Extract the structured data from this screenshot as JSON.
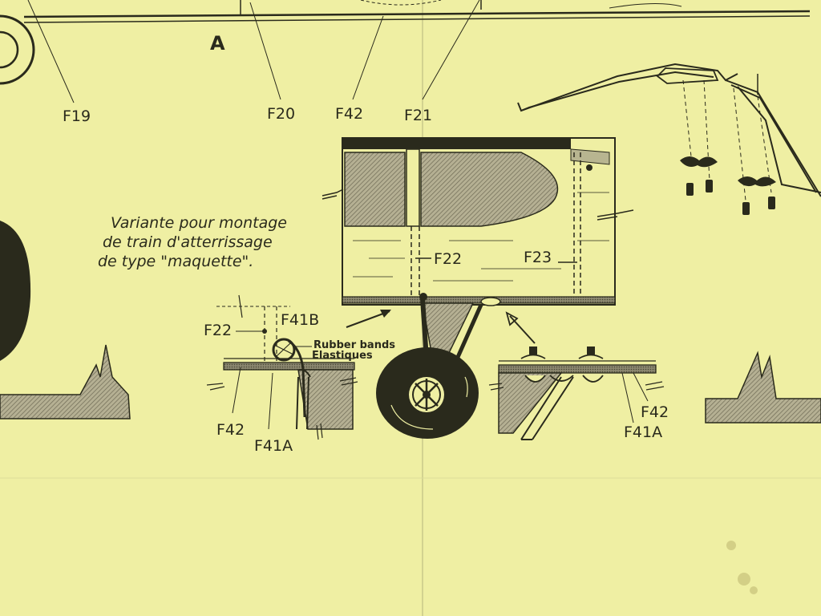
{
  "colors": {
    "paper": "#efefa3",
    "ink": "#2a2a1c",
    "hatch": "#a9a48a"
  },
  "section_marker": "A",
  "top_labels": {
    "f19": "F19",
    "f20": "F20",
    "f42": "F42",
    "f21": "F21"
  },
  "caption": {
    "line1": "Variante pour montage",
    "line2": "de train d'atterrissage",
    "line3": "de type \"maquette\"."
  },
  "fuselage_labels": {
    "f22": "F22",
    "f23": "F23"
  },
  "left_detail": {
    "f22": "F22",
    "f41b": "F41B",
    "rubber_en": "Rubber bands",
    "rubber_fr": "Elastiques",
    "f42": "F42",
    "f41a": "F41A"
  },
  "right_detail": {
    "f42": "F42",
    "f41a": "F41A"
  }
}
